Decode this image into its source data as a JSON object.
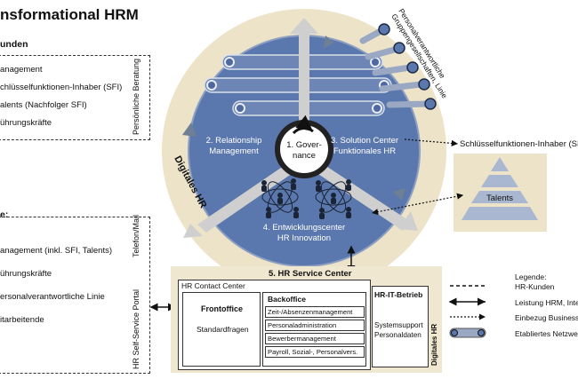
{
  "title": "nsformational HRM",
  "left_top": {
    "heading": "unden",
    "items": [
      "anagement",
      "chlüsselfunktionen-Inhaber (SFI)",
      "alents (Nachfolger SFI)",
      "ührungskräfte"
    ],
    "side_label": "Persönliche Beratung"
  },
  "left_bottom": {
    "heading": "e:",
    "items": [
      "anagement (inkl. SFI, Talents)",
      "ührungskräfte",
      "ersonalverantwortliche Linie",
      "itarbeitende"
    ],
    "side_label_phone": "Telefon/Mail",
    "side_label_portal": "HR Self-Service Portal"
  },
  "circle": {
    "governance": [
      "1. Gover-",
      "nance"
    ],
    "relationship": [
      "2. Relationship",
      "Management"
    ],
    "solution": [
      "3. Solution Center",
      "Funktionales HR"
    ],
    "development": [
      "4. Entwicklungscenter",
      "HR Innovation"
    ],
    "digital_label": "Digitales HR",
    "top_right_label": [
      "Personalverantwortliche",
      "Gruppengesellschaften, Linie"
    ]
  },
  "sfi_label": "Schlüsselfunktionen-Inhaber (SF",
  "talents_label": "Talents",
  "service_center": {
    "title": "5. HR Service Center",
    "contact_center": "HR Contact Center",
    "frontoffice": "Frontoffice",
    "standard": "Standardfragen",
    "backoffice": "Backoffice",
    "back_items": [
      "Zeit-/Absenzenmanagement",
      "Personaladministration",
      "Bewerbermanagement",
      "Payroll, Sozial-, Personalvers."
    ],
    "it_title": "HR-IT-Betrieb",
    "it_text": [
      "Systemsupport",
      "Personaldaten"
    ],
    "digital": "Digitales HR"
  },
  "legend": {
    "title": "Legende:",
    "items": [
      "HR-Kunden",
      "Leistung HRM, Inter",
      "Einbezug Business",
      "Etabliertes Netzwerk"
    ]
  },
  "colors": {
    "ring": "#ede3c8",
    "disc": "#5a78ad",
    "spoke": "#cfcfcf",
    "service_bg": "#efe7cf"
  }
}
